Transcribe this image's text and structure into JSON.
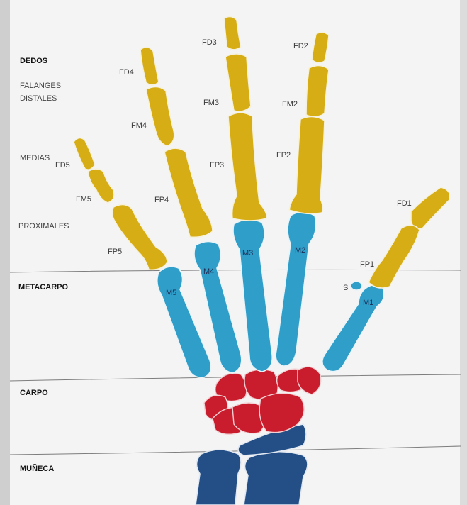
{
  "sections": {
    "dedos": "DEDOS",
    "metacarpo": "METACARPO",
    "carpo": "CARPO",
    "muneca": "MUÑECA"
  },
  "phalanx_rows": {
    "distales_1": "FALANGES",
    "distales_2": "DISTALES",
    "medias": "MEDIAS",
    "proximales": "PROXIMALES"
  },
  "bone_labels": {
    "fd1": "FD1",
    "fd2": "FD2",
    "fd3": "FD3",
    "fd4": "FD4",
    "fd5": "FD5",
    "fm2": "FM2",
    "fm3": "FM3",
    "fm4": "FM4",
    "fm5": "FM5",
    "fp1": "FP1",
    "fp2": "FP2",
    "fp3": "FP3",
    "fp4": "FP4",
    "fp5": "FP5",
    "m1": "M1",
    "m2": "M2",
    "m3": "M3",
    "m4": "M4",
    "m5": "M5",
    "s": "S"
  },
  "colors": {
    "phalanges": "#d6ad14",
    "metacarpals": "#2f9ec9",
    "carpals": "#c91c2c",
    "wrist": "#234f86",
    "background": "#f4f4f4"
  }
}
